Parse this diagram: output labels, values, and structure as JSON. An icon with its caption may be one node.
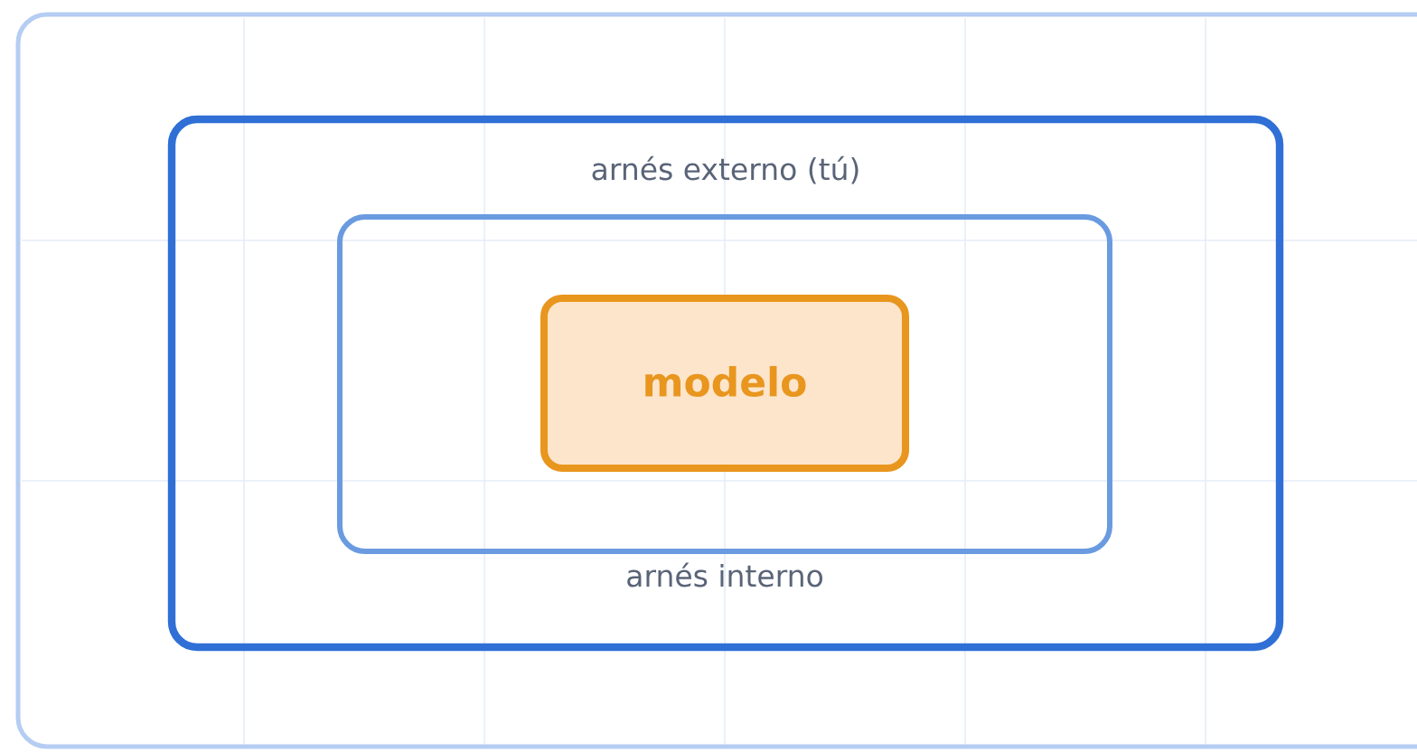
{
  "diagram": {
    "nodes": [
      {
        "text": [
          "arnés externo (tú)"
        ]
      },
      {
        "text": [
          "arnés interno"
        ],
        "in": 0
      },
      {
        "text": [
          "modelo"
        ],
        "in": 1
      }
    ]
  }
}
